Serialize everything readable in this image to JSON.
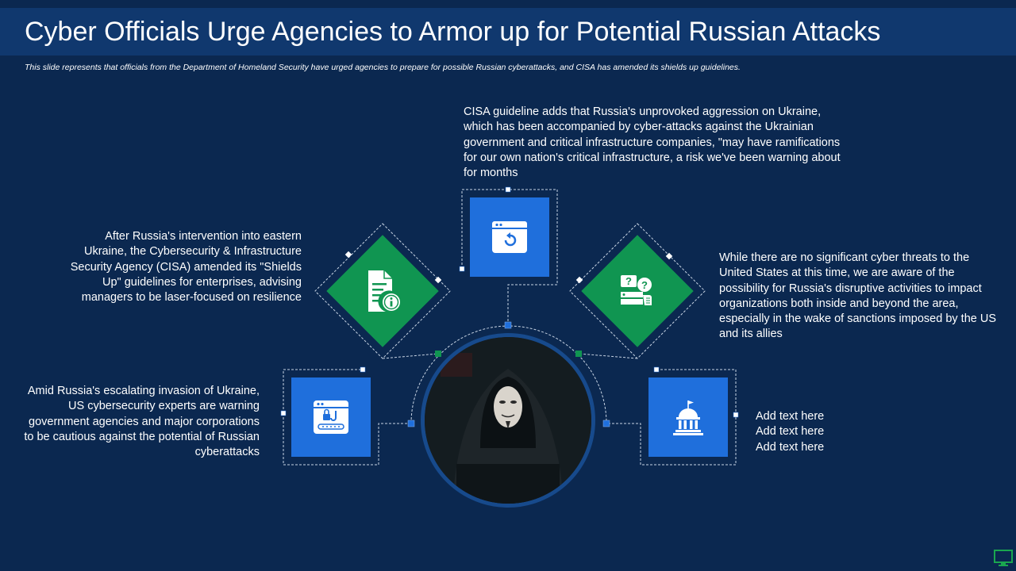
{
  "slide": {
    "title": "Cyber Officials Urge Agencies to Armor up for Potential Russian Attacks",
    "subtitle": "This slide represents that officials from the Department of Homeland Security have urged agencies to prepare for possible Russian cyberattacks, and CISA has amended its shields up guidelines."
  },
  "blocks": {
    "top": "CISA guideline adds that Russia's unprovoked aggression on Ukraine, which has been accompanied by cyber-attacks against the Ukrainian government and critical infrastructure  companies, \"may have ramifications for our own nation's critical infrastructure,  a risk we've been warning about  for months",
    "left": "After Russia's intervention into eastern Ukraine, the Cybersecurity & Infrastructure  Security Agency (CISA) amended its \"Shields Up\" guidelines for enterprises, advising managers to be laser-focused on resilience",
    "right": "While there are no significant cyber threats to the United States at this time, we are aware of the possibility for Russia's disruptive activities to impact organizations both inside and beyond the area, especially in the wake of sanctions imposed by the US and its allies",
    "bottom_left": "Amid Russia's escalating invasion of Ukraine, US cybersecurity experts are warning government agencies and major corporations to be cautious against the potential of Russian cyberattacks",
    "bottom_right": [
      "Add text here",
      "Add text here",
      "Add text here"
    ]
  },
  "icons": {
    "top": "browser-refresh-icon",
    "left": "document-info-icon",
    "right": "question-support-icon",
    "bottom_left": "secure-login-icon",
    "bottom_right": "government-building-icon",
    "footer": "monitor-icon"
  },
  "colors": {
    "background": "#0b2850",
    "title_bar": "#10386e",
    "blue_square": "#1f6fdc",
    "green_diamond": "#109551",
    "footer_icon": "#1aa64f"
  }
}
